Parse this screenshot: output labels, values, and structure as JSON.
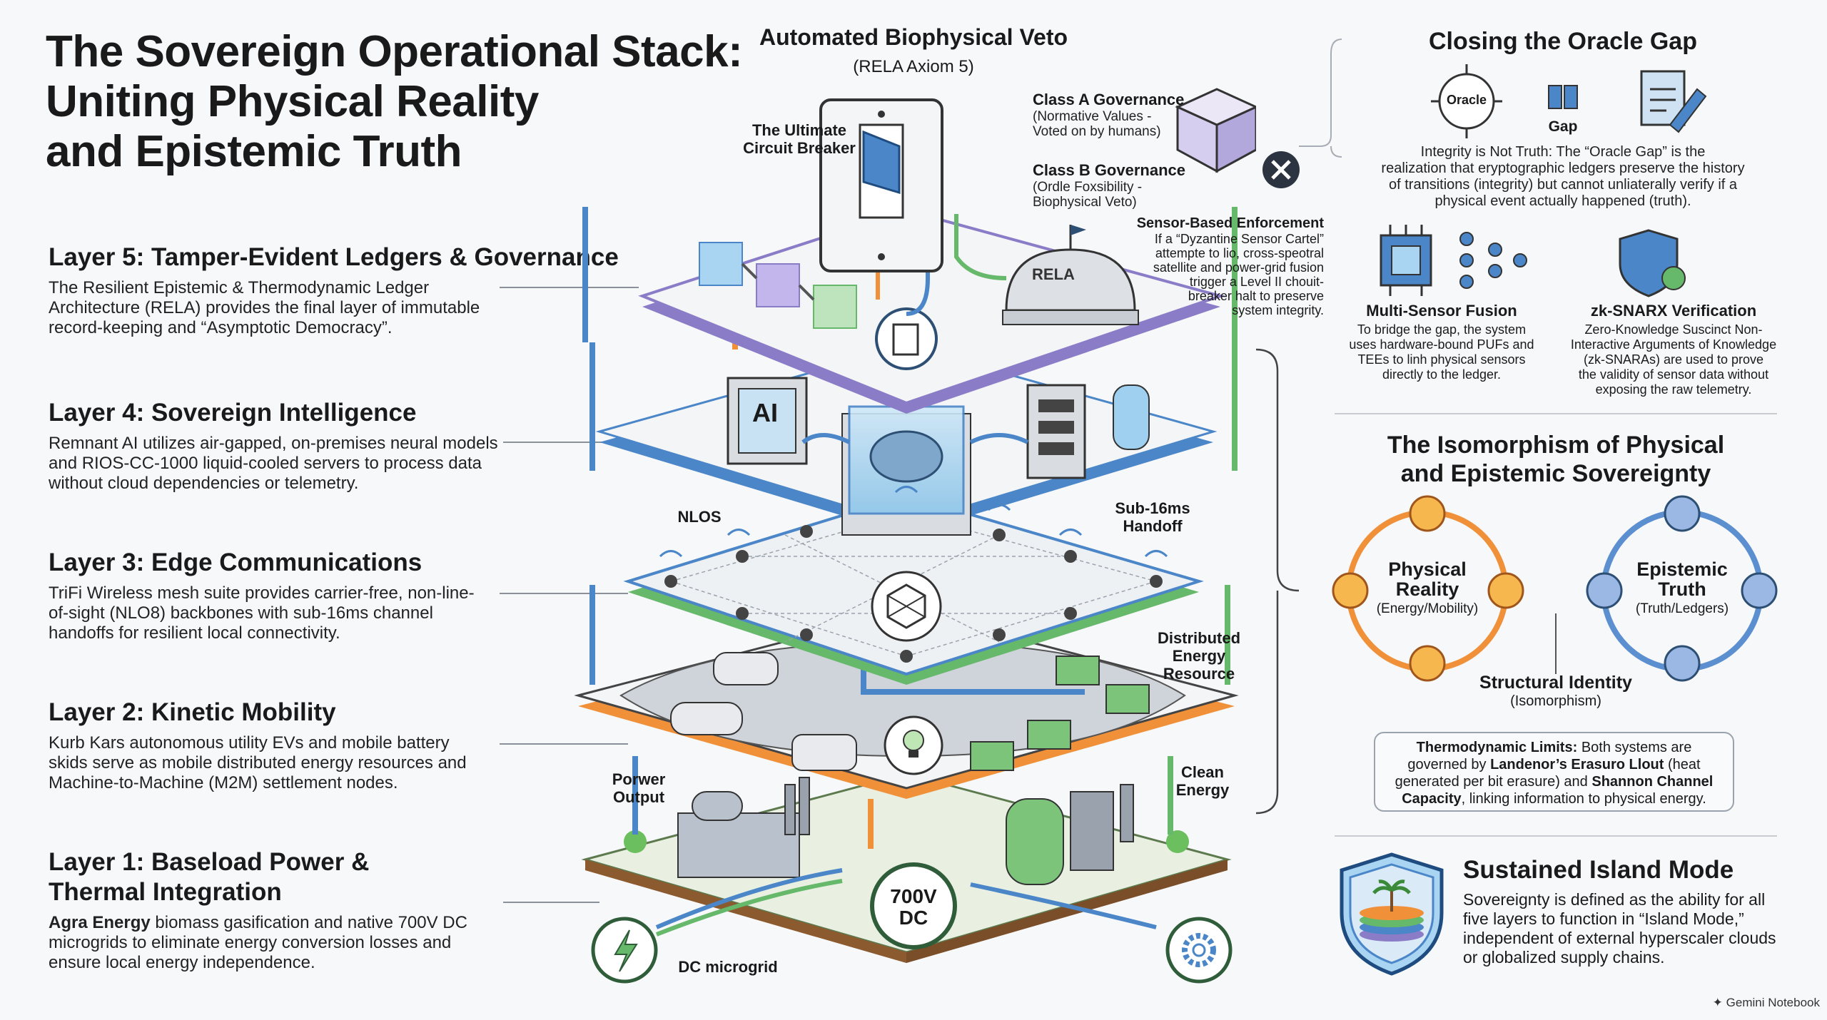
{
  "title": {
    "line1": "The Sovereign Operational Stack:",
    "line2": "Uniting Physical Reality",
    "line3": "and Epistemic Truth"
  },
  "layers": [
    {
      "title": "Layer 5: Tamper-Evident Ledgers & Governance",
      "desc": "The Resilient Epistemic & Thermodynamic Ledger Architecture (RELA) provides the final layer of immutable record-keeping and “Asymptotic Democracy”."
    },
    {
      "title": "Layer 4: Sovereign Intelligence",
      "desc": "Remnant AI utilizes air-gapped, on-premises neural models and RIOS-CC-1000 liquid-cooled servers to process data without cloud dependencies or telemetry."
    },
    {
      "title": "Layer 3: Edge Communications",
      "desc": "TriFi Wireless mesh suite provides carrier-free, non-line-of-sight (NLO8) backbones with sub-16ms channel handoffs for resilient local connectivity."
    },
    {
      "title": "Layer 2: Kinetic Mobility",
      "desc": "Kurb Kars autonomous utility EVs and mobile battery skids serve as mobile distributed energy resources and Machine-to-Machine (M2M) settlement nodes."
    },
    {
      "title1": "Layer 1: Baseload Power &",
      "title2": "Thermal Integration",
      "desc_bold": "Agra Energy",
      "desc": " biomass gasification and native 700V DC microgrids to eliminate energy conversion losses and ensure local energy independence."
    }
  ],
  "veto": {
    "title": "Automated Biophysical Veto",
    "subtitle": "(RELA Axiom 5)",
    "breaker": "The Ultimate\nCircuit Breaker"
  },
  "governance": {
    "class_a_title": "Class A Governance",
    "class_a_desc": "(Normative Values -\nVoted on by humans)",
    "class_b_title": "Class B Governance",
    "class_b_desc": "(Ordle Foxsibility -\nBiophysical Veto)",
    "sensor_title": "Sensor-Based Enforcement",
    "sensor_desc": "If a “Dyzantine Sensor Cartel”\nattempte to lio, cross-speotral\nsatellite and power-grid fusion\ntrigger a Level II chouit-\nbreaker halt to preserve\nsystem integrity."
  },
  "diagram_labels": {
    "rela": "RELA",
    "ai": "AI",
    "nlos": "NLOS",
    "handoff": "Sub-16ms\nHandoff",
    "der": "Distributed\nEnergy\nResource",
    "power_output": "Porwer\nOutput",
    "clean_energy": "Clean\nEnergy",
    "dc_700v": "700V\nDC",
    "dc_microgrid": "DC microgrid"
  },
  "oracle": {
    "title": "Closing the Oracle Gap",
    "oracle_label": "Oracle",
    "gap_label": "Gap",
    "desc": "Integrity is Not Truth: The “Oracle Gap” is the\nrealization that eryptographic ledgers preserve the history\nof transitions (integrity) but cannot unliaterally verify if a\nphysical event actually happened (truth).",
    "fusion_title": "Multi-Sensor Fusion",
    "fusion_desc": "To bridge the gap, the system\nuses hardware-bound PUFs and\nTEEs to linh physical sensors\ndirectly to the ledger.",
    "zk_title": "zk-SNARX Verification",
    "zk_desc": "Zero-Knowledge Suscinct Non-\nInteractive Arguments of Knowledge\n(zk-SNARAs) are used to prove\nthe validity of sensor data without\nexposing the raw telemetry."
  },
  "isomorphism": {
    "title1": "The Isomorphism of Physical",
    "title2": "and Epistemic Sovereignty",
    "physical": "Physical\nReality",
    "physical_sub": "(Energy/Mobility)",
    "epistemic": "Epistemic\nTruth",
    "epistemic_sub": "(Truth/Ledgers)",
    "identity": "Structural Identity",
    "identity_sub": "(Isomorphism)",
    "limits_bold1": "Thermodynamic Limits:",
    "limits1": " Both systems are governed by ",
    "limits_bold2": "Landenor’s Erasuro Llout",
    "limits2": " (heat generated per bit erasure) and ",
    "limits_bold3": "Shannon Channel Capacity",
    "limits3": ", linking information to physical energy."
  },
  "island": {
    "title": "Sustained Island Mode",
    "desc": "Sovereignty is defined as the ability for all five layers to function in “Island Mode,” independent of external hyperscaler clouds or globalized supply chains."
  },
  "footer": {
    "brand": "Gemini Notebook"
  },
  "colors": {
    "purple": "#8b7cc8",
    "blue": "#4a86c8",
    "green": "#66b86a",
    "orange": "#f0913a",
    "brown": "#a56a3a"
  }
}
